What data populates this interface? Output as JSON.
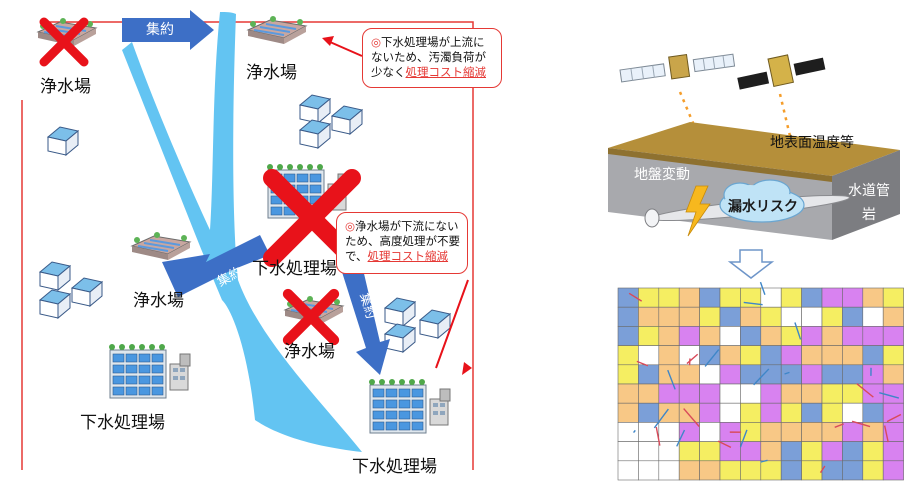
{
  "left": {
    "labels": {
      "water_plant_tl": "浄水場",
      "water_plant_top": "浄水場",
      "water_plant_mid": "浄水場",
      "water_plant_center": "浄水場",
      "sewage_plant_center": "下水処理場",
      "sewage_plant_left": "下水処理場",
      "sewage_plant_right": "下水処理場"
    },
    "arrows": {
      "consolidate_top": "集約",
      "consolidate_mid": "集約",
      "consolidate_down": "集約"
    },
    "callout_top": {
      "mark": "◎",
      "line1": "下水処理場が上流に",
      "line2": "ないため、汚濁負荷が",
      "line3_prefix": "少なく",
      "line3_cost": "処理コスト縮減"
    },
    "callout_bottom": {
      "mark": "◎",
      "line1": "浄水場が下流にない",
      "line2": "ため、高度処理が不要",
      "line3_prefix": "で、",
      "line3_cost": "処理コスト縮減"
    },
    "colors": {
      "river": "#63c4f2",
      "arrow": "#3d6fc6",
      "cross": "#e8121a",
      "callout_border": "#e53935"
    }
  },
  "right": {
    "labels": {
      "surface_temperature": "地表面温度等",
      "ground_deformation": "地盤変動",
      "water_pipe": "水道管",
      "leak_risk": "漏水リスク",
      "rock": "岩"
    },
    "icons": [
      "satellite-icon",
      "satellite-icon",
      "down-arrow-icon"
    ],
    "map_colors": {
      "yellow": "#f5ee62",
      "orange": "#f8c886",
      "purple": "#d882f0",
      "blue": "#7b9fd8",
      "white": "#ffffff"
    }
  }
}
